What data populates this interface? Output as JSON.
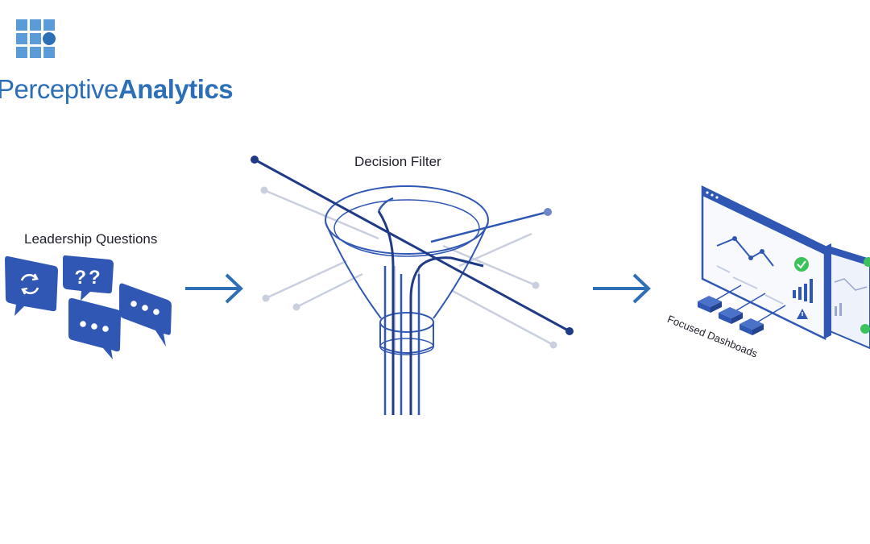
{
  "brand": {
    "name_part1": "Perceptive",
    "name_part2": "Analytics",
    "accent_color": "#2d6fb7"
  },
  "diagram": {
    "left_label": "Leadership Questions",
    "center_label": "Decision Filter",
    "right_label": "Focused Dashboads",
    "bubble_question_text": "??",
    "colors": {
      "primary": "#2f57b3",
      "dark_line": "#1f3b86",
      "light_line": "#c9cfde",
      "arrow": "#2f6fb5",
      "check": "#3cc25c"
    }
  }
}
